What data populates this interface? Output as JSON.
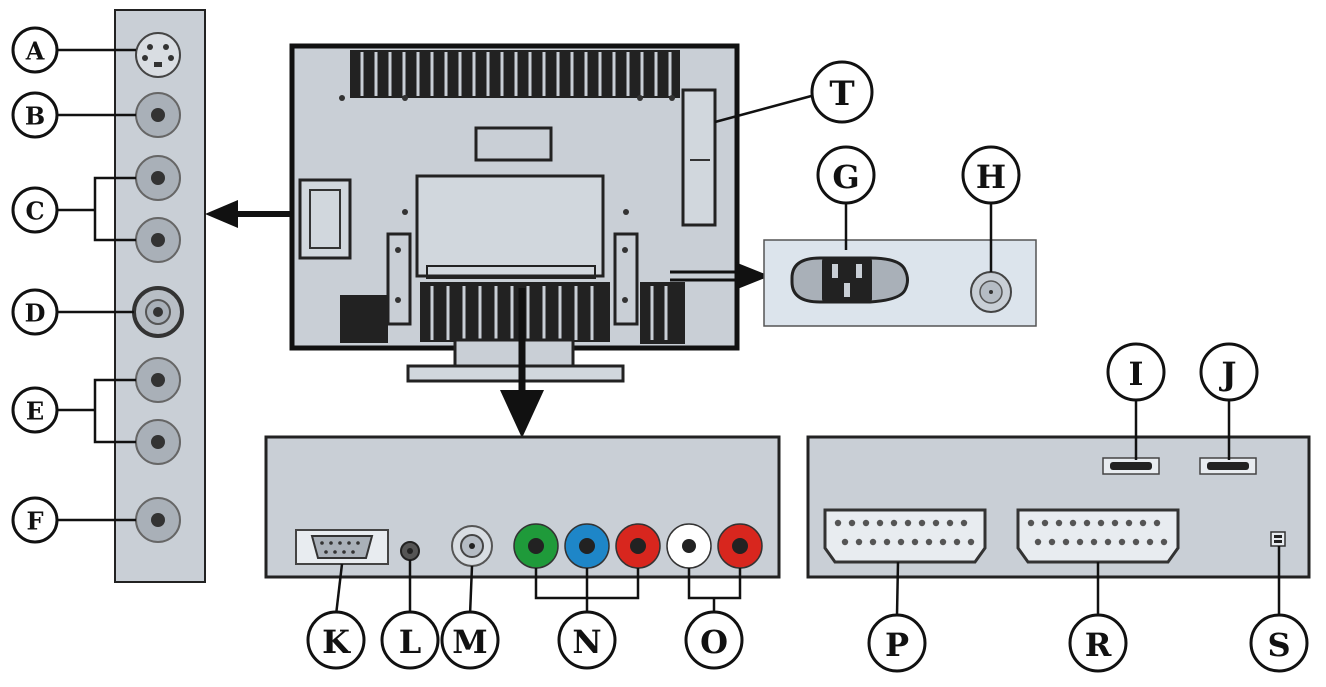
{
  "labels": {
    "a": "A",
    "b": "B",
    "c": "C",
    "d": "D",
    "e": "E",
    "f": "F",
    "g": "G",
    "h": "H",
    "i": "I",
    "j": "J",
    "k": "K",
    "l": "L",
    "m": "M",
    "n": "N",
    "o": "O",
    "p": "P",
    "r": "R",
    "s": "S",
    "t": "T"
  },
  "colors": {
    "panel": "#c9cfd6",
    "panel_light": "#dce4ec",
    "jack": "#a9b0b8",
    "green": "#1f9a3a",
    "blue": "#1e86c8",
    "red": "#d8261e",
    "white": "#ffffff"
  }
}
